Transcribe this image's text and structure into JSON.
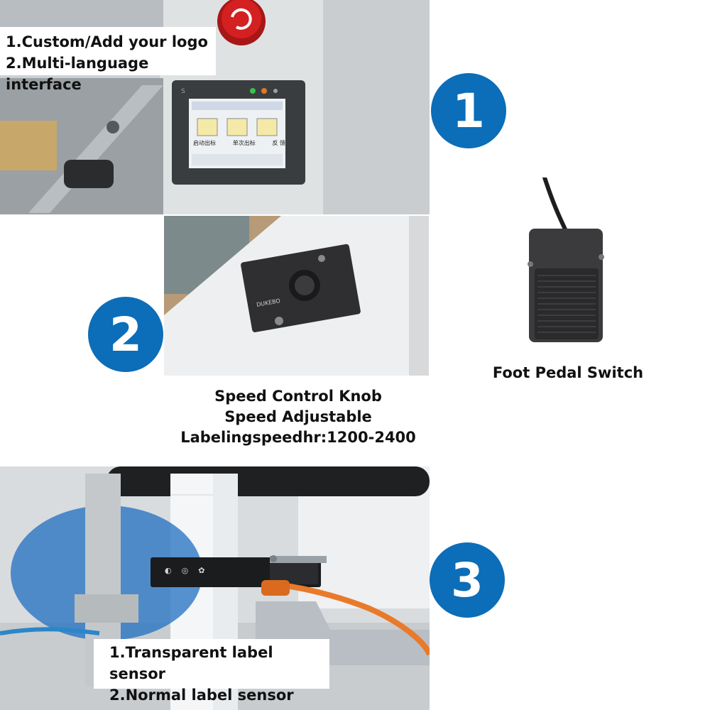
{
  "section1": {
    "badge": "1",
    "caption_lines": [
      "1.Custom/Add your logo",
      "2.Multi-language interface"
    ],
    "panel_buttons": [
      "启动出标",
      "单次出标",
      "反 馈"
    ]
  },
  "section2": {
    "badge": "2",
    "caption_lines": [
      "Speed Control Knob",
      "Speed Adjustable",
      "Labelingspeedhr:1200-2400"
    ],
    "knob_brand": "DUKEBO"
  },
  "pedal": {
    "caption": "Foot Pedal Switch"
  },
  "section3": {
    "badge": "3",
    "caption_lines": [
      "1.Transparent label sensor",
      "2.Normal label sensor"
    ]
  },
  "colors": {
    "badge_blue": "#0c6db8",
    "estop_red": "#d42020",
    "cable_orange": "#e97a2a",
    "sensor_cable_blue": "#2a86c8"
  }
}
